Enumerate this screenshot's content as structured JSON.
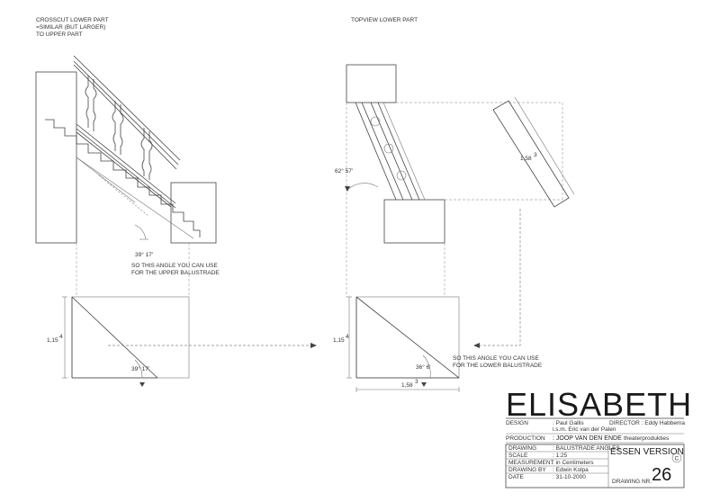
{
  "left_view": {
    "title_lines": [
      "CROSSCUT LOWER PART",
      "=SIMILAR (BUT LARGER)",
      "TO UPPER PART"
    ],
    "angle_label": "39° 17'",
    "note_lines": [
      "SO THIS ANGLE YOU CAN USE",
      "FOR THE UPPER BALUSTRADE"
    ],
    "triangle": {
      "height_label": "1,15",
      "height_sup": "4",
      "angle_label": "39° 17'"
    }
  },
  "right_view": {
    "title": "TOPVIEW LOWER PART",
    "angle_label": "62° 57'",
    "length_label": "1,58",
    "length_sup": "3",
    "note_lines": [
      "SO THIS ANGLE YOU CAN USE",
      "FOR THE LOWER BALUSTRADE"
    ],
    "triangle": {
      "height_label": "1,15",
      "height_sup": "4",
      "angle_label": "36° 6'",
      "base_label": "1,58",
      "base_sup": "3"
    }
  },
  "title_block": {
    "name": "ELISABETH",
    "design_label": "DESIGN",
    "design_value": ": Paul Gallis",
    "design_sub": "i.s.m. Eric van der Palen",
    "director_label": "DIRECTOR : Eddy Habbema",
    "production_label": "PRODUCTION",
    "production_value": ": JOOP VAN DEN ENDE",
    "production_suffix": "theaterprodukties",
    "version": "ESSEN VERSION",
    "revision": "C",
    "rows": [
      {
        "label": "DRAWING",
        "value": ": BALUSTRADE ANGLES"
      },
      {
        "label": "SCALE",
        "value": ": 1:25"
      },
      {
        "label": "MEASUREMENT",
        "value": ": in Centimeters"
      },
      {
        "label": "DRAWING BY",
        "value": ": Edwin Kolpa"
      },
      {
        "label": "DATE",
        "value": ": 31-10-2000"
      }
    ],
    "drawing_nr_label": "DRAWING NR.",
    "drawing_nr": "26"
  }
}
